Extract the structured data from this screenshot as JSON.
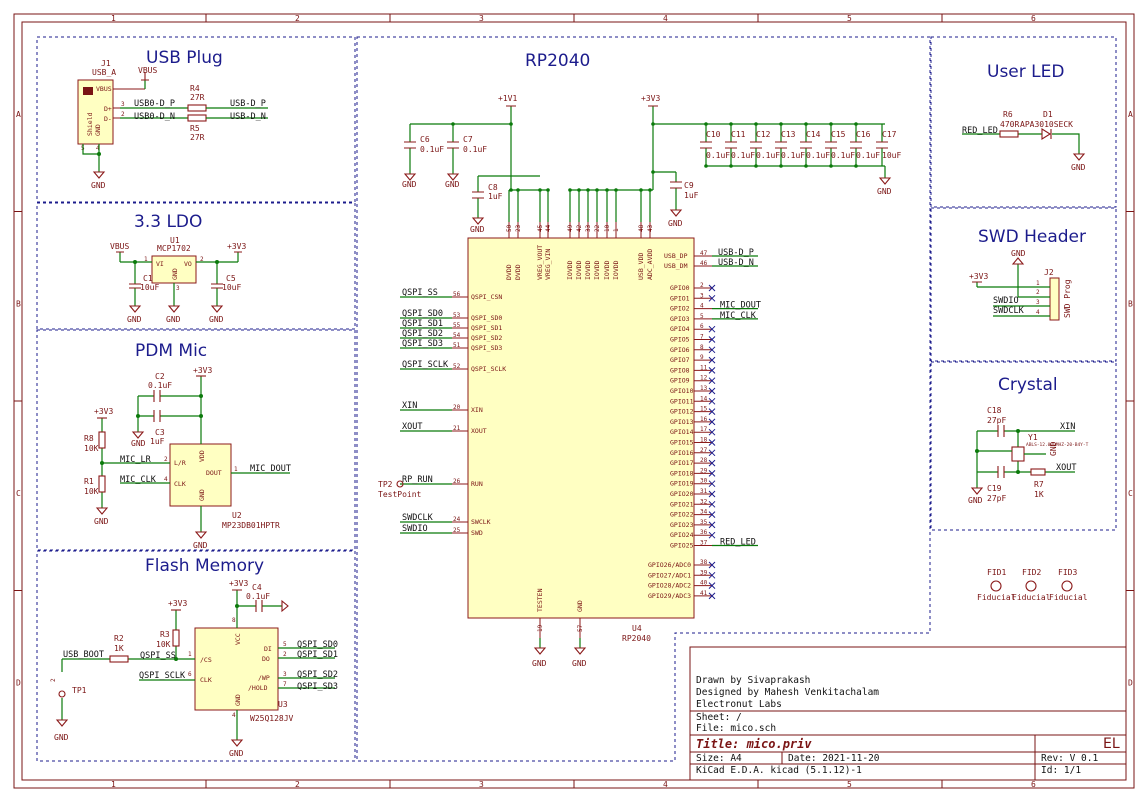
{
  "border": {
    "cols": [
      "1",
      "2",
      "3",
      "4",
      "5",
      "6"
    ],
    "rows": [
      "A",
      "B",
      "C",
      "D"
    ]
  },
  "sections": {
    "usb": "USB Plug",
    "ldo": "3.3 LDO",
    "pdm": "PDM Mic",
    "flash": "Flash Memory",
    "rp2040": "RP2040",
    "led": "User LED",
    "swd": "SWD Header",
    "crystal": "Crystal"
  },
  "power": {
    "vbus": "VBUS",
    "v33": "+3V3",
    "v11": "+1V1",
    "gnd": "GND"
  },
  "usb": {
    "ref": "J1",
    "val": "USB_A",
    "pin_vbus": "VBUS",
    "pin_dp": "D+",
    "pin_dm": "D-",
    "shield": "Shield",
    "gndname": "GND",
    "r4": "R4",
    "r4v": "27R",
    "r5": "R5",
    "r5v": "27R",
    "net_dp_in": "USB0-D_P",
    "net_dm_in": "USB0-D_N",
    "net_dp": "USB-D_P",
    "net_dm": "USB-D_N"
  },
  "ldo": {
    "ref": "U1",
    "val": "MCP1702",
    "vi": "VI",
    "vo": "VO",
    "gnd": "GND",
    "c1": "C1",
    "c1v": "10uF",
    "c5": "C5",
    "c5v": "10uF"
  },
  "pdm": {
    "c2": "C2",
    "c2v": "0.1uF",
    "c3": "C3",
    "c3v": "1uF",
    "r8": "R8",
    "r8v": "10K",
    "r1": "R1",
    "r1v": "10K",
    "net_lr": "MIC_LR",
    "net_clk": "MIC_CLK",
    "net_dout": "MIC_DOUT",
    "pin_lr": "L/R",
    "pin_clk": "CLK",
    "pin_vdd": "VDD",
    "pin_gnd": "GND",
    "pin_dout": "DOUT",
    "ref": "U2",
    "val": "MP23DB01HPTR"
  },
  "flash": {
    "ref": "U3",
    "val": "W25Q128JV",
    "c4": "C4",
    "c4v": "0.1uF",
    "r2": "R2",
    "r2v": "1K",
    "r3": "R3",
    "r3v": "10K",
    "tp": "TP1",
    "net_boot": "USB_BOOT",
    "net_ss": "QSPI_SS",
    "net_sclk": "QSPI_SCLK",
    "pin_cs": "/CS",
    "pin_clk": "CLK",
    "pin_vcc": "VCC",
    "pin_gnd": "GND",
    "pin_di": "DI",
    "pin_do": "DO",
    "pin_wp": "/WP",
    "pin_hold": "/HOLD",
    "sd": [
      "QSPI_SD0",
      "QSPI_SD1",
      "QSPI_SD2",
      "QSPI_SD3"
    ]
  },
  "rp2040": {
    "ref": "U4",
    "val": "RP2040",
    "caps": [
      {
        "ref": "C6",
        "val": "0.1uF"
      },
      {
        "ref": "C7",
        "val": "0.1uF"
      },
      {
        "ref": "C8",
        "val": "1uF"
      },
      {
        "ref": "C9",
        "val": "1uF"
      },
      {
        "ref": "C10",
        "val": "0.1uF"
      },
      {
        "ref": "C11",
        "val": "0.1uF"
      },
      {
        "ref": "C12",
        "val": "0.1uF"
      },
      {
        "ref": "C13",
        "val": "0.1uF"
      },
      {
        "ref": "C14",
        "val": "0.1uF"
      },
      {
        "ref": "C15",
        "val": "0.1uF"
      },
      {
        "ref": "C16",
        "val": "0.1uF"
      },
      {
        "ref": "C17",
        "val": "10uF"
      }
    ],
    "top_pins": [
      "DVDD",
      "DVDD",
      "VREG_VOUT",
      "VREG_VIN",
      "IOVDD",
      "IOVDD",
      "IOVDD",
      "IOVDD",
      "IOVDD",
      "IOVDD",
      "USB_VDD",
      "ADC_AVDD"
    ],
    "top_nums": [
      "50",
      "23",
      "45",
      "44",
      "49",
      "42",
      "33",
      "22",
      "10",
      "1",
      "48",
      "43"
    ],
    "left": [
      {
        "net": "QSPI_SS",
        "num": "56",
        "pin": "QSPI_CSN"
      },
      {
        "net": "QSPI_SD0",
        "num": "53",
        "pin": "QSPI_SD0"
      },
      {
        "net": "QSPI_SD1",
        "num": "55",
        "pin": "QSPI_SD1"
      },
      {
        "net": "QSPI_SD2",
        "num": "54",
        "pin": "QSPI_SD2"
      },
      {
        "net": "QSPI_SD3",
        "num": "51",
        "pin": "QSPI_SD3"
      },
      {
        "net": "QSPI_SCLK",
        "num": "52",
        "pin": "QSPI_SCLK"
      },
      {
        "net": "XIN",
        "num": "20",
        "pin": "XIN"
      },
      {
        "net": "XOUT",
        "num": "21",
        "pin": "XOUT"
      },
      {
        "net": "RP_RUN",
        "num": "26",
        "pin": "RUN"
      },
      {
        "net": "SWDCLK",
        "num": "24",
        "pin": "SWCLK"
      },
      {
        "net": "SWDIO",
        "num": "25",
        "pin": "SWD"
      }
    ],
    "tp2": "TP2",
    "tp2v": "TestPoint",
    "usb_right": [
      {
        "num": "47",
        "pin": "USB_DP",
        "net": "USB-D_P"
      },
      {
        "num": "46",
        "pin": "USB_DM",
        "net": "USB-D_N"
      }
    ],
    "gpio_names": [
      "GPIO0",
      "GPIO1",
      "GPIO2",
      "GPIO3",
      "GPIO4",
      "GPIO5",
      "GPIO6",
      "GPIO7",
      "GPIO8",
      "GPIO9",
      "GPIO10",
      "GPIO11",
      "GPIO12",
      "GPIO13",
      "GPIO14",
      "GPIO15",
      "GPIO16",
      "GPIO17",
      "GPIO18",
      "GPIO19",
      "GPIO20",
      "GPIO21",
      "GPIO22",
      "GPIO23",
      "GPIO24",
      "GPIO25"
    ],
    "gpio_nums": [
      "2",
      "3",
      "4",
      "5",
      "6",
      "7",
      "8",
      "9",
      "11",
      "12",
      "13",
      "14",
      "15",
      "16",
      "17",
      "18",
      "27",
      "28",
      "29",
      "30",
      "31",
      "32",
      "34",
      "35",
      "36",
      "37"
    ],
    "gpio_nets": {
      "2": "MIC_DOUT",
      "3": "MIC_CLK",
      "25": "RED_LED"
    },
    "adc_names": [
      "GPIO26/ADC0",
      "GPIO27/ADC1",
      "GPIO28/ADC2",
      "GPIO29/ADC3"
    ],
    "adc_nums": [
      "38",
      "39",
      "40",
      "41"
    ],
    "bot_pins": [
      "TESTEN",
      "GND"
    ],
    "bot_nums": [
      "19",
      "57"
    ]
  },
  "led": {
    "net": "RED_LED",
    "r": "R6",
    "rv": "470R",
    "d": "D1",
    "dv": "APA3010SECK"
  },
  "swd": {
    "ref": "J2",
    "val": "SWD Prog",
    "nets": [
      "SWDIO",
      "SWDCLK"
    ],
    "pins": [
      "1",
      "2",
      "3",
      "4"
    ]
  },
  "crystal": {
    "c18": "C18",
    "c18v": "27pF",
    "c19": "C19",
    "c19v": "27pF",
    "r7": "R7",
    "r7v": "1K",
    "y": "Y1",
    "yv": "ABLS-12.000MHZ-20-B4Y-T",
    "xin": "XIN",
    "xout": "XOUT"
  },
  "fiducials": [
    {
      "ref": "FID1",
      "val": "Fiducial"
    },
    {
      "ref": "FID2",
      "val": "Fiducial"
    },
    {
      "ref": "FID3",
      "val": "Fiducial"
    }
  ],
  "titleblock": {
    "drawn": "Drawn by Sivaprakash",
    "designed": "Designed by Mahesh Venkitachalam",
    "company": "Electronut Labs",
    "sheet": "Sheet: /",
    "file": "File: mico.sch",
    "title": "Title: mico.priv",
    "size": "Size: A4",
    "date": "Date: 2021-11-20",
    "rev": "Rev: V 0.1",
    "tool": "KiCad E.D.A.  kicad (5.1.12)-1",
    "id": "Id: 1/1",
    "logo": "EL"
  }
}
